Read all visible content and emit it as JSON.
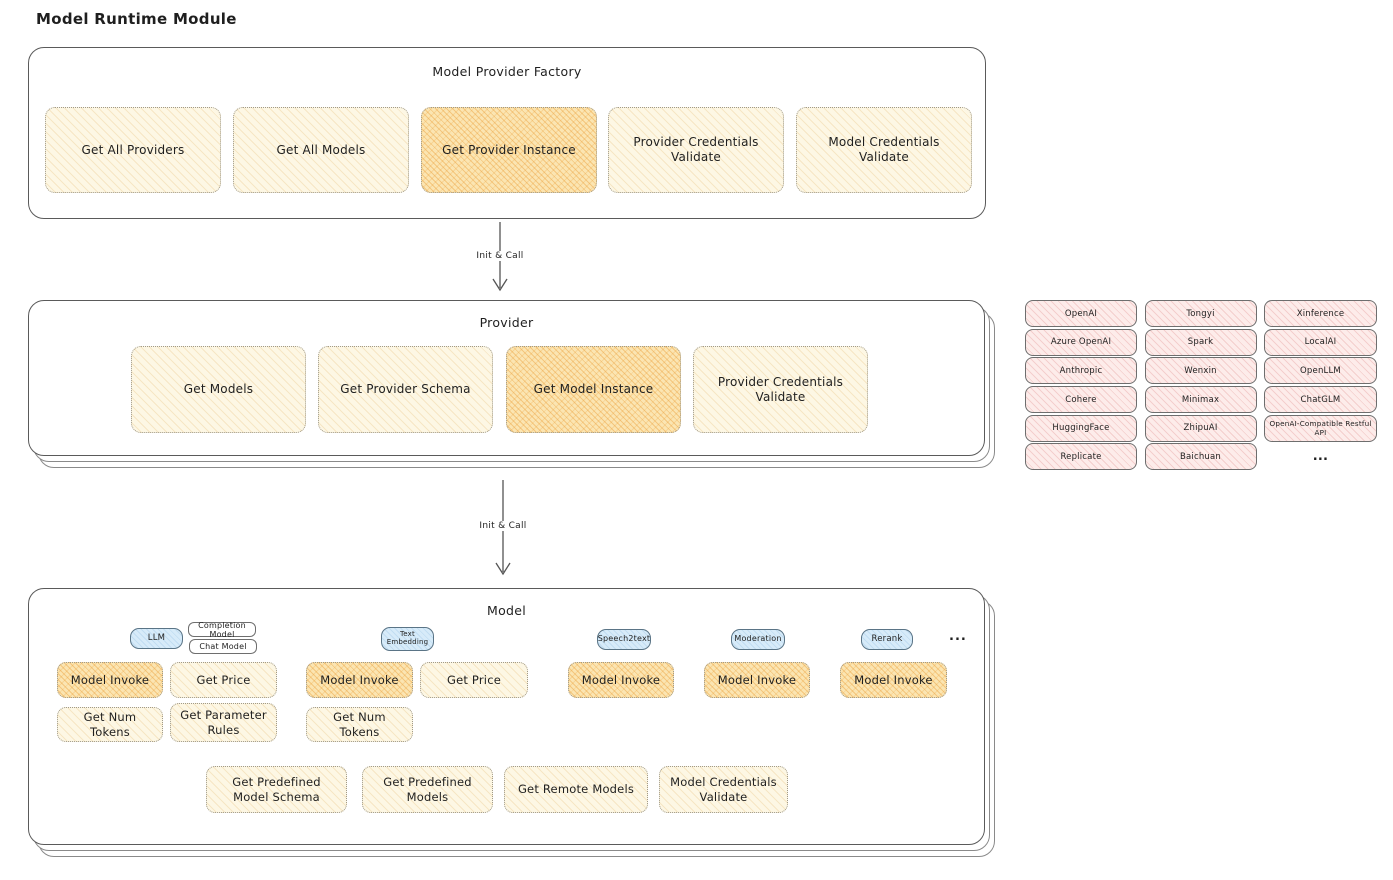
{
  "page_title": "Model Runtime Module",
  "colors": {
    "ink": "#1f1f1f",
    "border_gray": "#5a5a5a",
    "cream_fill": "#fdf7e4",
    "highlight_fill": "#fbe5b2",
    "pink_fill": "#fdecea",
    "blue_fill": "#d7ebf9"
  },
  "arrows": {
    "label1": "Init & Call",
    "label2": "Init & Call"
  },
  "factory": {
    "title": "Model Provider Factory",
    "boxes": [
      {
        "label": "Get All Providers"
      },
      {
        "label": "Get All Models"
      },
      {
        "label": "Get Provider Instance"
      },
      {
        "label": "Provider Credentials Validate"
      },
      {
        "label": "Model Credentials Validate"
      }
    ]
  },
  "provider": {
    "title": "Provider",
    "boxes": [
      {
        "label": "Get Models"
      },
      {
        "label": "Get Provider Schema"
      },
      {
        "label": "Get Model Instance"
      },
      {
        "label": "Provider Credentials Validate"
      }
    ]
  },
  "providers_grid": {
    "rows": [
      [
        "OpenAI",
        "Tongyi",
        "Xinference"
      ],
      [
        "Azure OpenAI",
        "Spark",
        "LocalAI"
      ],
      [
        "Anthropic",
        "Wenxin",
        "OpenLLM"
      ],
      [
        "Cohere",
        "Minimax",
        "ChatGLM"
      ],
      [
        "HuggingFace",
        "ZhipuAI",
        "OpenAI-Compatible Restful API"
      ],
      [
        "Replicate",
        "Baichuan",
        "..."
      ]
    ]
  },
  "model": {
    "title": "Model",
    "tags": {
      "llm": "LLM",
      "completion": "Completion Model",
      "chat": "Chat Model",
      "text_embedding": "Text Embedding",
      "speech2text": "Speech2text",
      "moderation": "Moderation",
      "rerank": "Rerank",
      "ellipsis": "..."
    },
    "llm_boxes": [
      "Model Invoke",
      "Get Price",
      "Get Num Tokens",
      "Get Parameter Rules"
    ],
    "text_embedding_boxes": [
      "Model Invoke",
      "Get Price",
      "Get Num Tokens"
    ],
    "speech2text_boxes": [
      "Model Invoke"
    ],
    "moderation_boxes": [
      "Model Invoke"
    ],
    "rerank_boxes": [
      "Model Invoke"
    ],
    "bottom_boxes": [
      "Get Predefined Model Schema",
      "Get Predefined Models",
      "Get Remote Models",
      "Model Credentials Validate"
    ]
  }
}
